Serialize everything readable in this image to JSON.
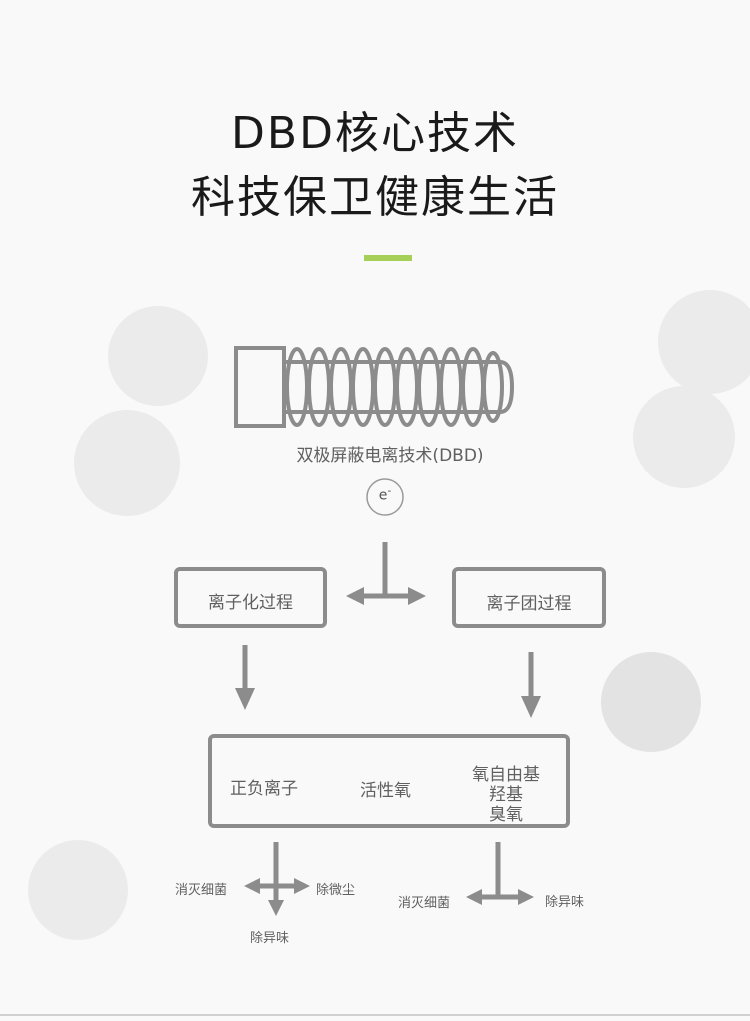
{
  "header": {
    "title_line1": "DBD核心技术",
    "title_line2": "科技保卫健康生活"
  },
  "diagram": {
    "device_caption": "双极屏蔽电离技术(DBD)",
    "electron_symbol": "e",
    "electron_charge": "-",
    "process_left": "离子化过程",
    "process_right": "离子团过程",
    "products": {
      "item1": "正负离子",
      "item2": "活性氧",
      "item3_line1": "氧自由基",
      "item3_line2": "羟基",
      "item3_line3": "臭氧"
    },
    "effects_left": {
      "left": "消灭细菌",
      "right": "除微尘",
      "down": "除异味"
    },
    "effects_right": {
      "left": "消灭细菌",
      "right": "除异味"
    }
  },
  "colors": {
    "accent": "#a5cf56",
    "line": "#8c8c8c",
    "text": "#606060",
    "bubble": "#ebebeb"
  }
}
